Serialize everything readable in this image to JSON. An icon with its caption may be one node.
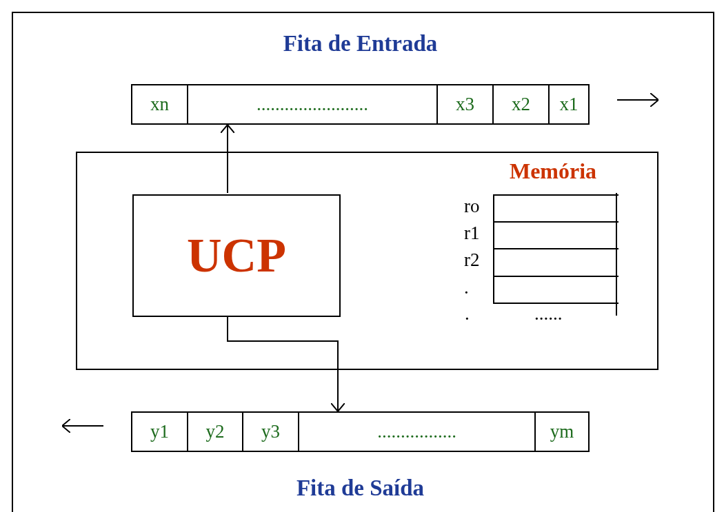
{
  "diagram": {
    "nodes": [
      {
        "text": [
          "Fita de Entrada"
        ]
      },
      {
        "text": [
          "xn"
        ],
        "in": 0
      },
      {
        "text": [
          "........................"
        ],
        "in": 0
      },
      {
        "text": [
          "x3"
        ],
        "in": 0
      },
      {
        "text": [
          "x2"
        ],
        "in": 0
      },
      {
        "text": [
          "x1"
        ],
        "in": 0
      },
      {
        "text": [],
        "shape": "box"
      },
      {
        "text": [
          "UCP"
        ],
        "in": 6
      },
      {
        "text": [
          "Memória"
        ],
        "in": 6
      },
      {
        "text": [],
        "shape": "box",
        "in": 8,
        "beside": [
          "ro"
        ]
      },
      {
        "text": [],
        "shape": "box",
        "in": 8,
        "beside": [
          "r1"
        ]
      },
      {
        "text": [],
        "shape": "box",
        "in": 8,
        "beside": [
          "r2"
        ]
      },
      {
        "text": [],
        "shape": "box",
        "in": 8,
        "beside": [
          "."
        ]
      },
      {
        "text": [
          "Fita de Saída"
        ]
      },
      {
        "text": [
          "y1"
        ],
        "in": 13
      },
      {
        "text": [
          "y2"
        ],
        "in": 13
      },
      {
        "text": [
          "y3"
        ],
        "in": 13
      },
      {
        "text": [
          "................."
        ],
        "in": 13
      },
      {
        "text": [
          "ym"
        ],
        "in": 13
      }
    ],
    "edges": [
      {
        "from": 7,
        "to": 2,
        "arrow": "to"
      },
      {
        "from": 7,
        "to": 17,
        "arrow": "to"
      }
    ],
    "labels": [
      ".",
      "......"
    ]
  }
}
